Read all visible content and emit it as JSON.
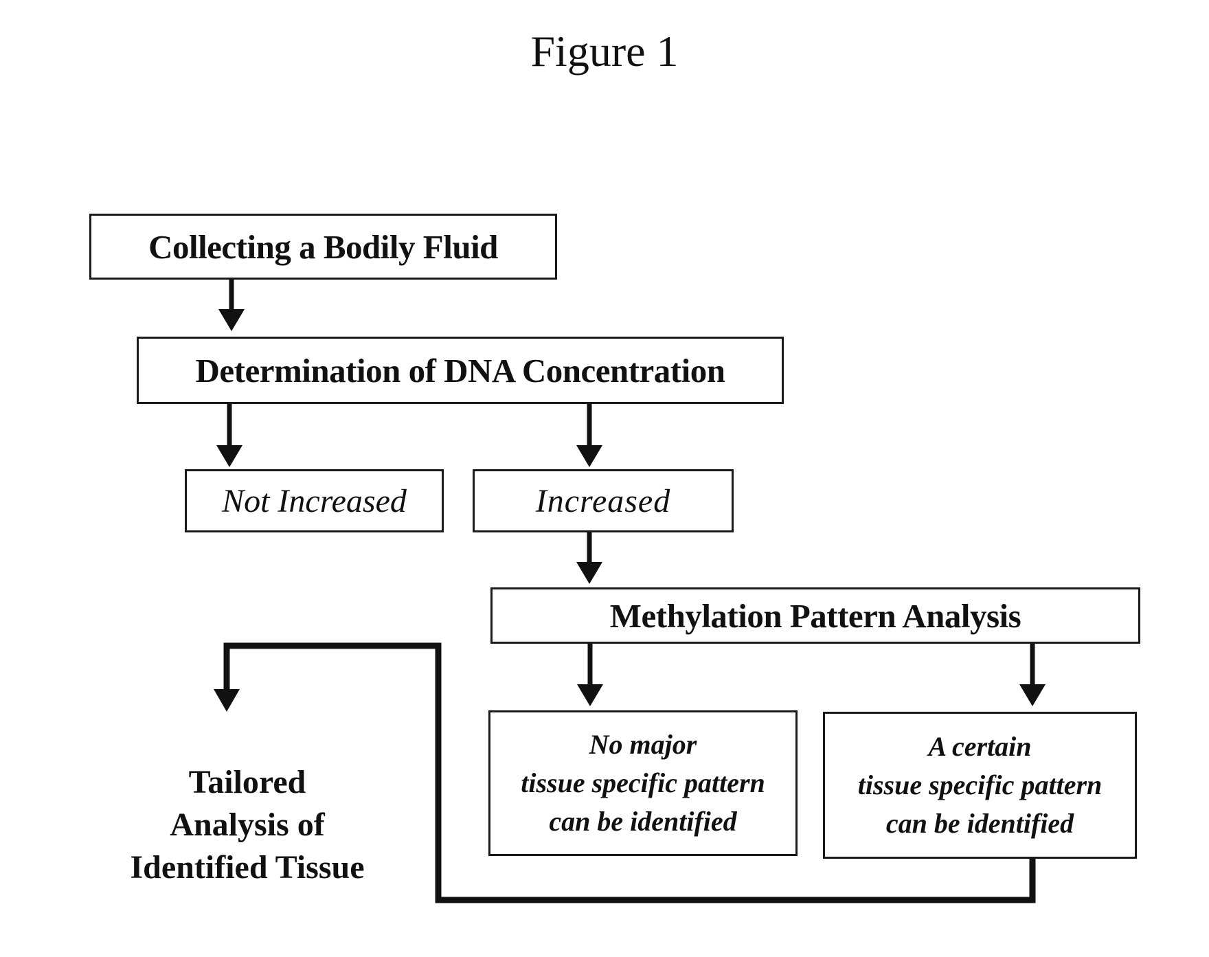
{
  "figure": {
    "title": "Figure 1"
  },
  "nodes": {
    "collect": {
      "label": "Collecting a Bodily Fluid"
    },
    "dna_concentration": {
      "label": "Determination of DNA Concentration"
    },
    "not_increased": {
      "label": "Not Increased"
    },
    "increased": {
      "label": "Increased"
    },
    "methylation": {
      "label": "Methylation Pattern Analysis"
    },
    "no_pattern": {
      "lines": [
        "No major",
        "tissue specific pattern",
        "can be identified"
      ]
    },
    "certain_pattern": {
      "lines": [
        "A certain",
        "tissue specific pattern",
        "can be identified"
      ]
    },
    "tailored": {
      "lines": [
        "Tailored",
        "Analysis of",
        "Identified Tissue"
      ]
    }
  },
  "edges": [
    {
      "from": "collect",
      "to": "dna_concentration"
    },
    {
      "from": "dna_concentration",
      "to": "not_increased"
    },
    {
      "from": "dna_concentration",
      "to": "increased"
    },
    {
      "from": "increased",
      "to": "methylation"
    },
    {
      "from": "methylation",
      "to": "no_pattern"
    },
    {
      "from": "methylation",
      "to": "certain_pattern"
    },
    {
      "from": "certain_pattern",
      "to": "tailored"
    }
  ]
}
